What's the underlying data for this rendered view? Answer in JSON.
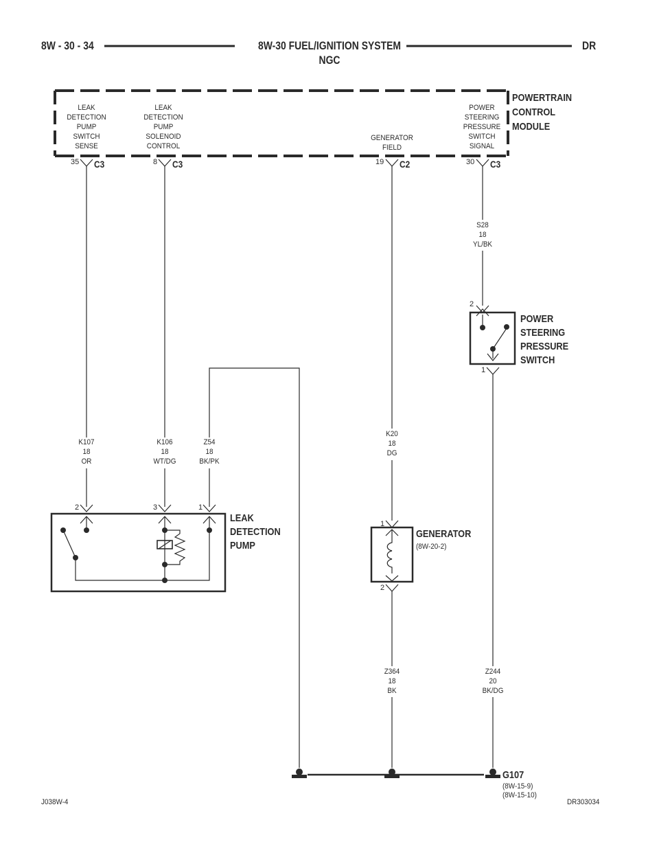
{
  "header": {
    "page_number": "8W - 30 - 34",
    "title_line1": "8W-30 FUEL/IGNITION SYSTEM",
    "title_line2": "NGC",
    "model_code": "DR"
  },
  "pcm": {
    "name_lines": [
      "POWERTRAIN",
      "CONTROL",
      "MODULE"
    ],
    "terminals": [
      {
        "label": "LEAK\nDETECTION\nPUMP\nSWITCH\nSENSE",
        "pin": "35",
        "connector": "C3"
      },
      {
        "label": "LEAK\nDETECTION\nPUMP\nSOLENOID\nCONTROL",
        "pin": "8",
        "connector": "C3"
      },
      {
        "label": "GENERATOR\nFIELD",
        "pin": "19",
        "connector": "C2"
      },
      {
        "label": "POWER\nSTEERING\nPRESSURE\nSWITCH\nSIGNAL",
        "pin": "30",
        "connector": "C3"
      }
    ]
  },
  "wires": {
    "k107": "K107\n18\nOR",
    "k106": "K106\n18\nWT/DG",
    "z54": "Z54\n18\nBK/PK",
    "k20": "K20\n18\nDG",
    "s28": "S28\n18\nYL/BK",
    "z364": "Z364\n18\nBK",
    "z244": "Z244\n20\nBK/DG"
  },
  "components": {
    "ps_switch": {
      "name_lines": [
        "POWER",
        "STEERING",
        "PRESSURE",
        "SWITCH"
      ],
      "pin_top": "2",
      "pin_bottom": "1"
    },
    "leak_pump": {
      "name_lines": [
        "LEAK",
        "DETECTION",
        "PUMP"
      ],
      "pin_a": "2",
      "pin_b": "3",
      "pin_c": "1"
    },
    "generator": {
      "name": "GENERATOR",
      "ref": "(8W-20-2)",
      "pin_top": "1",
      "pin_bottom": "2"
    }
  },
  "ground": {
    "name": "G107",
    "refs": [
      "(8W-15-9)",
      "(8W-15-10)"
    ]
  },
  "footer": {
    "left_code": "J038W-4",
    "right_code": "DR303034"
  },
  "colors": {
    "line": "#2a2a2a",
    "background": "#ffffff"
  }
}
